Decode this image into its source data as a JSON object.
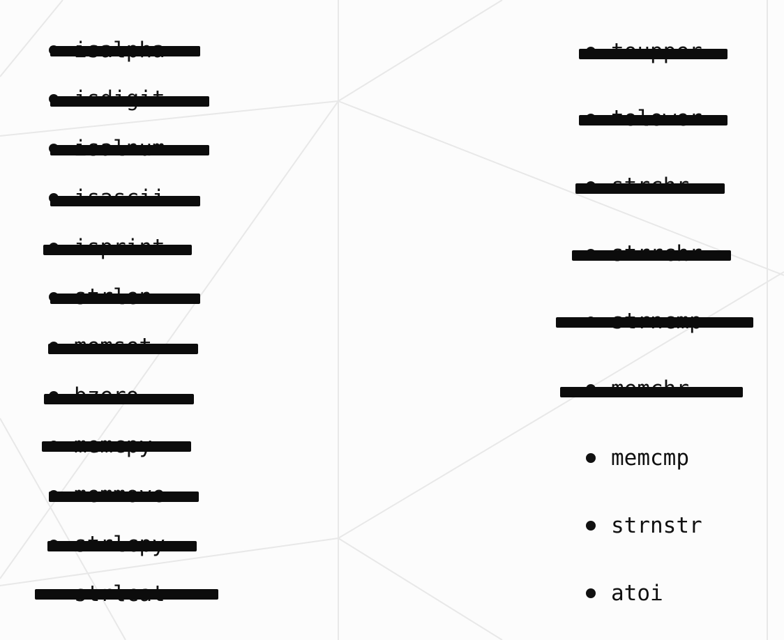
{
  "left_column": {
    "items": [
      {
        "label": "isalpha",
        "redacted": true
      },
      {
        "label": "isdigit",
        "redacted": true
      },
      {
        "label": "isalnum",
        "redacted": true
      },
      {
        "label": "isascii",
        "redacted": true
      },
      {
        "label": "isprint",
        "redacted": true
      },
      {
        "label": "strlen",
        "redacted": true
      },
      {
        "label": "memset",
        "redacted": true
      },
      {
        "label": "bzero",
        "redacted": true
      },
      {
        "label": "memcpy",
        "redacted": true
      },
      {
        "label": "memmove",
        "redacted": true
      },
      {
        "label": "strlcpy",
        "redacted": true
      },
      {
        "label": "strlcat",
        "redacted": true
      }
    ]
  },
  "right_column": {
    "items": [
      {
        "label": "toupper",
        "redacted": true
      },
      {
        "label": "tolower",
        "redacted": true
      },
      {
        "label": "strchr",
        "redacted": true
      },
      {
        "label": "strrchr",
        "redacted": true
      },
      {
        "label": "strncmp",
        "redacted": true
      },
      {
        "label": "memchr",
        "redacted": true
      },
      {
        "label": "memcmp",
        "redacted": false
      },
      {
        "label": "strnstr",
        "redacted": false
      },
      {
        "label": "atoi",
        "redacted": false
      }
    ]
  },
  "colors": {
    "background": "#fcfcfc",
    "text": "#111111",
    "redaction": "#0c0c0c",
    "background_lines": "#e6e6e6"
  }
}
